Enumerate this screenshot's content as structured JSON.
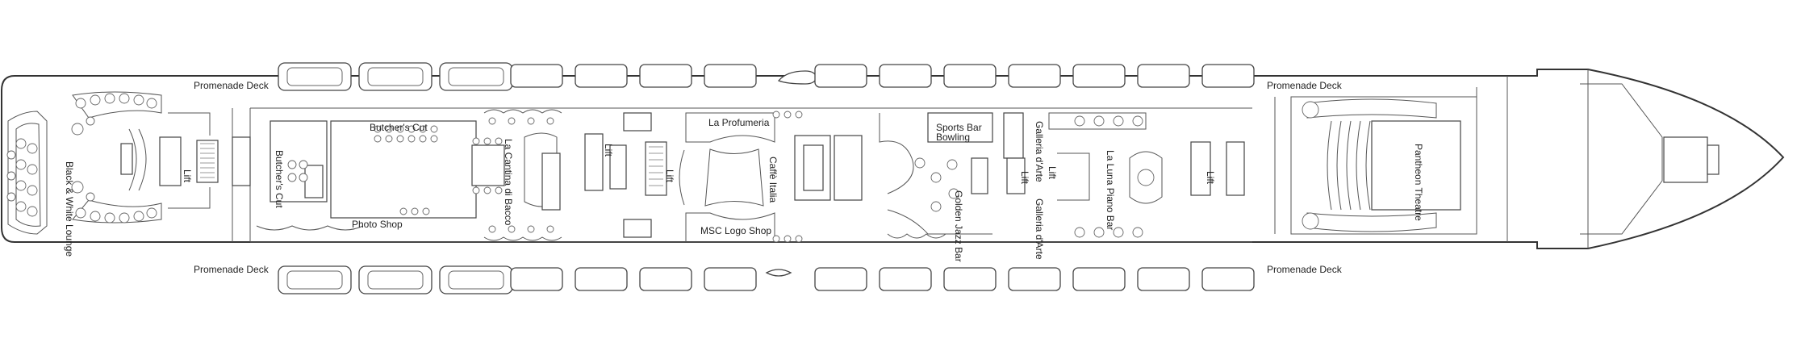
{
  "deck_plan": {
    "promenade": {
      "top_left": "Promenade Deck",
      "top_right": "Promenade Deck",
      "bottom_left": "Promenade Deck",
      "bottom_right": "Promenade Deck"
    },
    "venues": {
      "black_white_lounge": "Black & White Lounge",
      "butchers_cut_top": "Butcher's Cut",
      "butchers_cut_side": "Butcher's Cut",
      "photo_shop": "Photo Shop",
      "la_cantina_bacco": "La Cantina di Bacco",
      "la_profumeria": "La Profumeria",
      "caffe_italia": "Caffè Italia",
      "msc_logo_shop": "MSC Logo Shop",
      "sports_bar": "Sports Bar",
      "bowling": "Bowling",
      "golden_jazz_bar": "Golden Jazz Bar",
      "galleria_top": "Galleria d'Arte",
      "galleria_bottom": "Galleria d'Arte",
      "la_luna_piano_bar": "La Luna Piano Bar",
      "pantheon_theatre": "Pantheon Theatre"
    },
    "lifts": {
      "lift_1": "Lift",
      "lift_2": "Lift",
      "lift_3": "Lift",
      "lift_4": "Lift",
      "lift_5": "Lift",
      "lift_6": "Lift"
    }
  }
}
